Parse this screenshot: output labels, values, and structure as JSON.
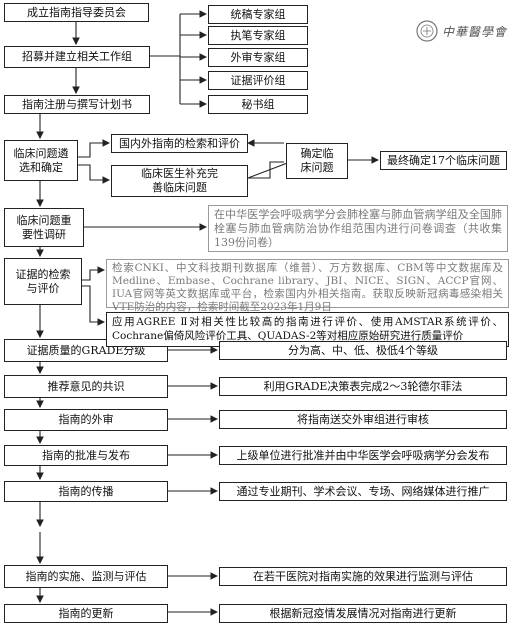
{
  "header": {
    "logo_text": "中華醫學會"
  },
  "left_column": [
    "成立指南指导委员会",
    "招募并建立相关工作组",
    "指南注册与撰写计划书",
    "临床问题遴选和确定",
    "临床问题重要性调研",
    "证据的检索与评价",
    "证据质量的GRADE分级",
    "推荐意见的共识",
    "指南的外审",
    "指南的批准与发布",
    "指南的传播",
    "指南的实施、监测与评估",
    "指南的更新"
  ],
  "working_groups": [
    "统稿专家组",
    "执笔专家组",
    "外审专家组",
    "证据评价组",
    "秘书组"
  ],
  "clinical_questions": {
    "search_box": "国内外指南的检索和评价",
    "clinician_box": "临床医生补充完善临床问题",
    "confirm_box": "确定临床问题",
    "final_box": "最终确定17个临床问题"
  },
  "survey_text": "在中华医学会呼吸病学分会肺栓塞与肺血管病学组及全国肺栓塞与肺血管病防治协作组范围内进行问卷调查（共收集139份问卷）",
  "search_text": "检索CNKI、中文科技期刊数据库（维普）、万方数据库、CBM等中文数据库及Medline、Embase、Cochrane library、JBI、NICE、SIGN、ACCP官网、IUA官网等英文数据库或平台，检索国内外相关指南。获取反映新冠病毒感染相关VTE防治的内容，检索时间截至2023年1月9日",
  "appraisal_text": "应用AGREE Ⅱ对相关性比较高的指南进行评价、使用AMSTAR系统评价、Cochrane偏倚风险评价工具、QUADAS-2等对相应原始研究进行质量评价",
  "right_column": [
    "分为高、中、低、极低4个等级",
    "利用GRADE决策表完成2～3轮德尔菲法",
    "将指南送交外审组进行审核",
    "上级单位进行批准并由中华医学会呼吸病学分会发布",
    "通过专业期刊、学术会议、专场、网络媒体进行推广",
    "在若干医院对指南实施的效果进行监测与评估",
    "根据新冠疫情发展情况对指南进行更新"
  ]
}
